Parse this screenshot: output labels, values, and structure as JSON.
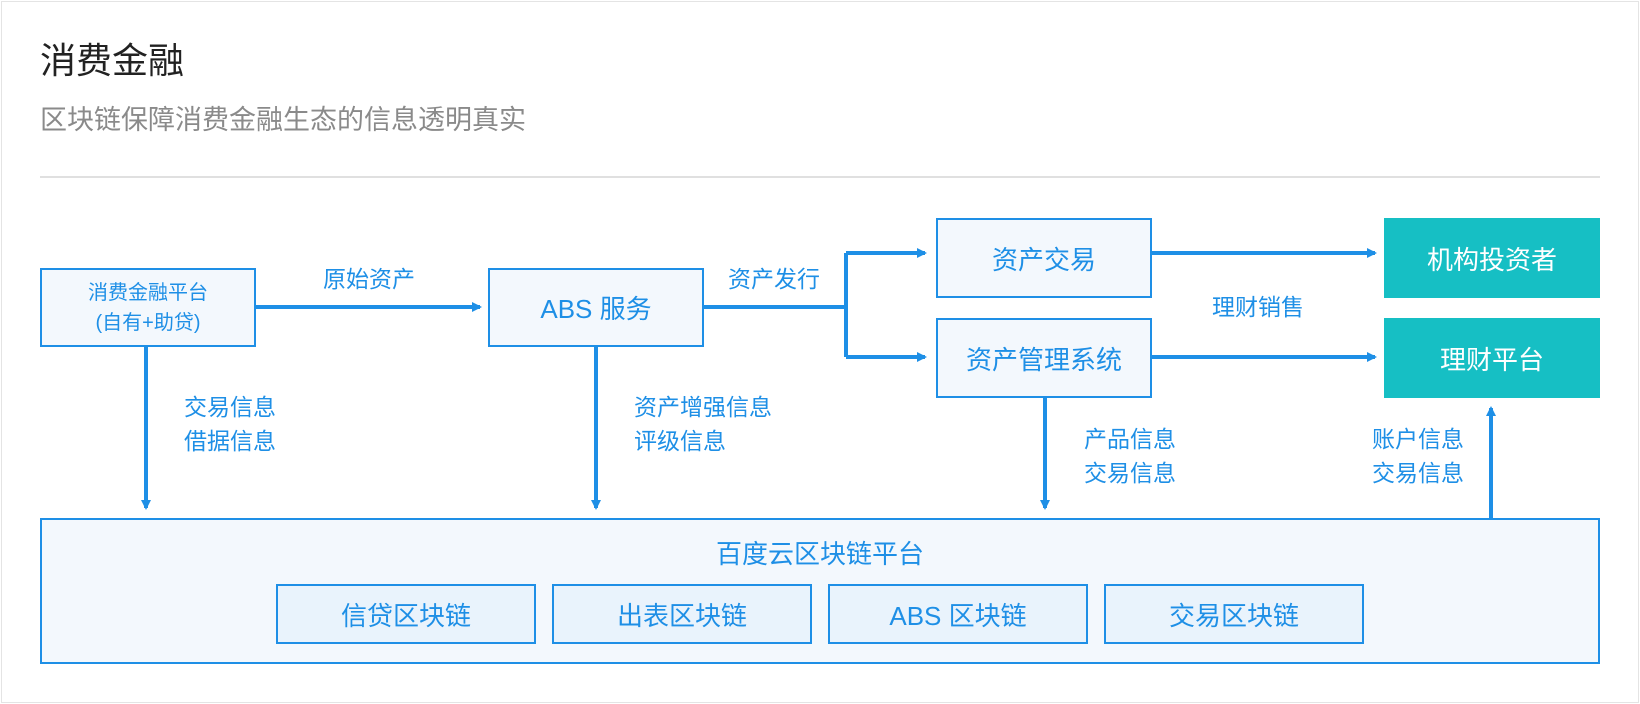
{
  "header": {
    "title": "消费金融",
    "subtitle": "区块链保障消费金融生态的信息透明真实"
  },
  "nodes": {
    "platform_line1": "消费金融平台",
    "platform_line2": "(自有+助贷)",
    "abs_service": "ABS 服务",
    "asset_trading": "资产交易",
    "asset_management": "资产管理系统",
    "institutional_investors": "机构投资者",
    "wealth_platform": "理财平台",
    "baidu_cloud": "百度云区块链平台",
    "chains": [
      "信贷区块链",
      "出表区块链",
      "ABS 区块链",
      "交易区块链"
    ]
  },
  "edges": {
    "original_assets": "原始资产",
    "asset_issuance": "资产发行",
    "wealth_sales": "理财销售",
    "trade_info_1": "交易信息",
    "loan_info": "借据信息",
    "asset_enhanced_info": "资产增强信息",
    "rating_info": "评级信息",
    "product_info": "产品信息",
    "trade_info_2": "交易信息",
    "account_info": "账户信息",
    "trade_info_3": "交易信息"
  },
  "colors": {
    "accent": "#1e8fe6",
    "box_fill": "#f3f8fd",
    "teal": "#16bfc4"
  }
}
